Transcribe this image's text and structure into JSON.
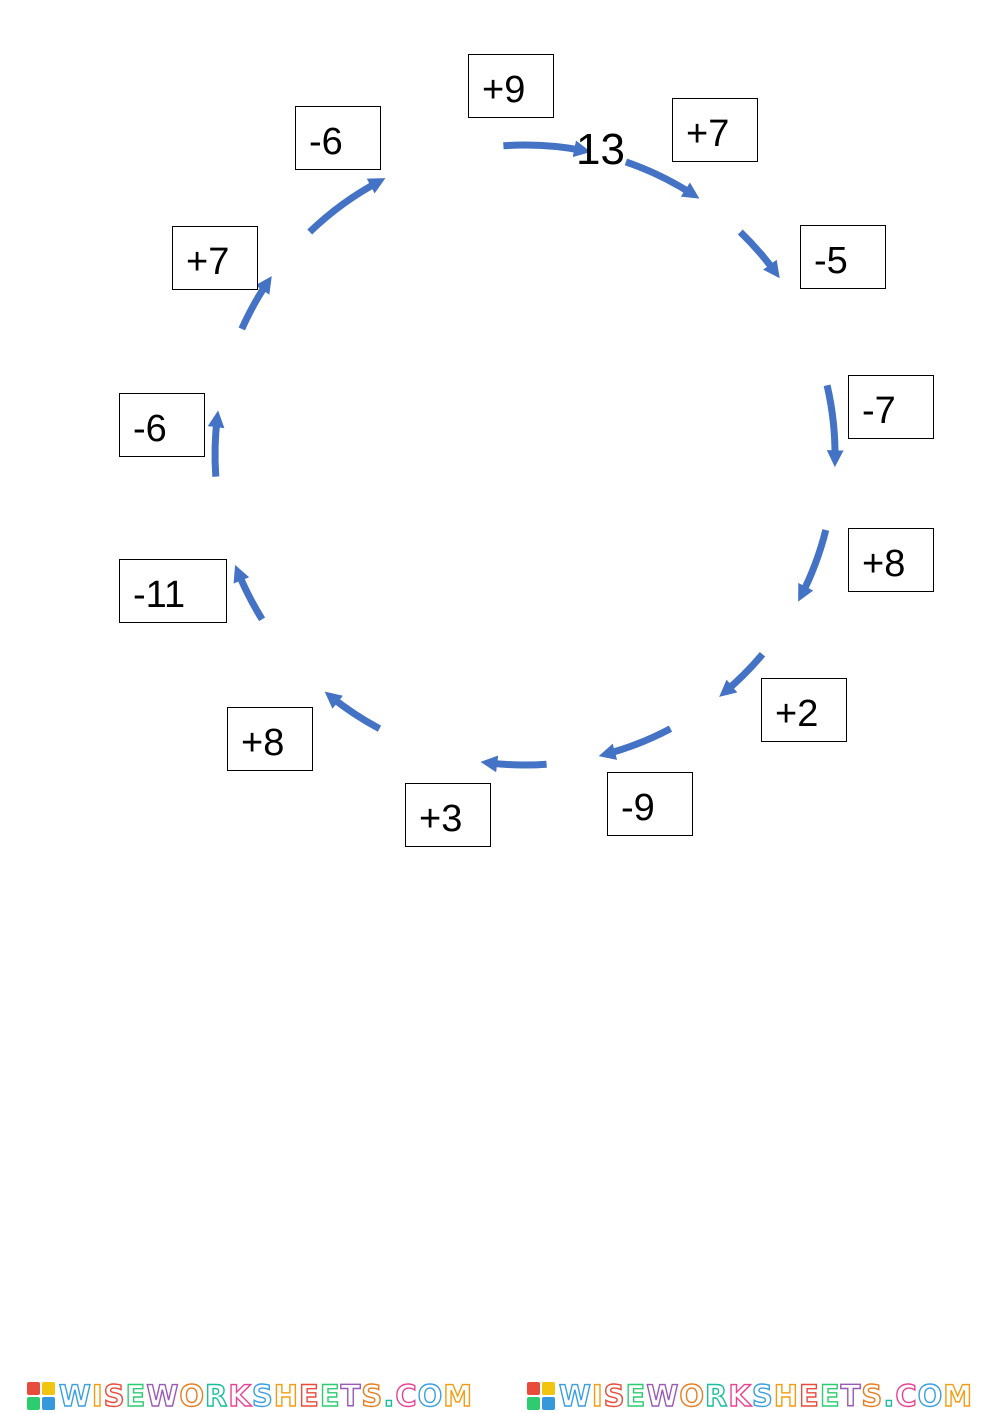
{
  "start_number": "13",
  "operation_boxes": [
    {
      "label": "+9"
    },
    {
      "label": "+7"
    },
    {
      "label": "-5"
    },
    {
      "label": "-7"
    },
    {
      "label": "+8"
    },
    {
      "label": "+2"
    },
    {
      "label": "-9"
    },
    {
      "label": "+3"
    },
    {
      "label": "+8"
    },
    {
      "label": "-11"
    },
    {
      "label": "-6"
    },
    {
      "label": "+7"
    },
    {
      "label": "-6"
    }
  ],
  "arrow_color": "#4472C4",
  "watermark": {
    "text": "WISEWORKSHEETS.COM",
    "logo_colors": [
      "#e74c3c",
      "#f1c40f",
      "#2ecc71",
      "#3498db"
    ],
    "letter_colors": [
      "#3aa0e0",
      "#f39c12",
      "#e74c3c",
      "#2ecc71",
      "#9b59b6",
      "#e67e22",
      "#1abc9c",
      "#e84393"
    ]
  }
}
